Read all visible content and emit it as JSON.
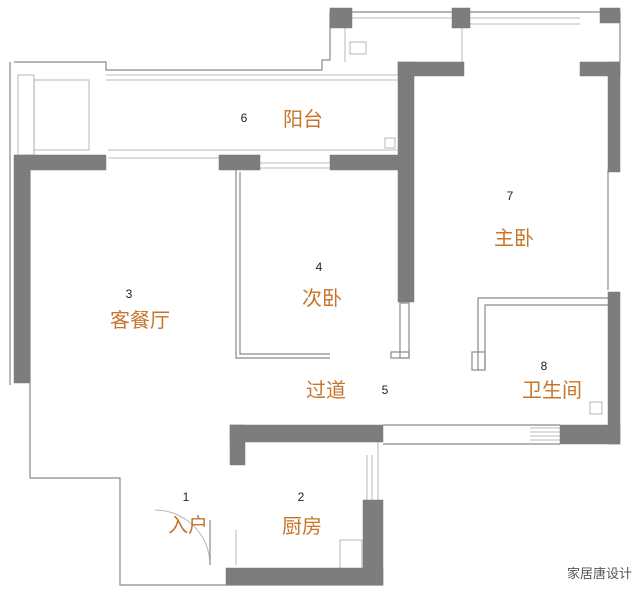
{
  "rooms": [
    {
      "number": "1",
      "name": "入户"
    },
    {
      "number": "2",
      "name": "厨房"
    },
    {
      "number": "3",
      "name": "客餐厅"
    },
    {
      "number": "4",
      "name": "次卧"
    },
    {
      "number": "5",
      "name": "过道"
    },
    {
      "number": "6",
      "name": "阳台"
    },
    {
      "number": "7",
      "name": "主卧"
    },
    {
      "number": "8",
      "name": "卫生间"
    }
  ],
  "watermark": "家居唐设计",
  "colors": {
    "wall": "#7d7d7d",
    "label": "#c8752c",
    "line": "#8a8a8a"
  }
}
